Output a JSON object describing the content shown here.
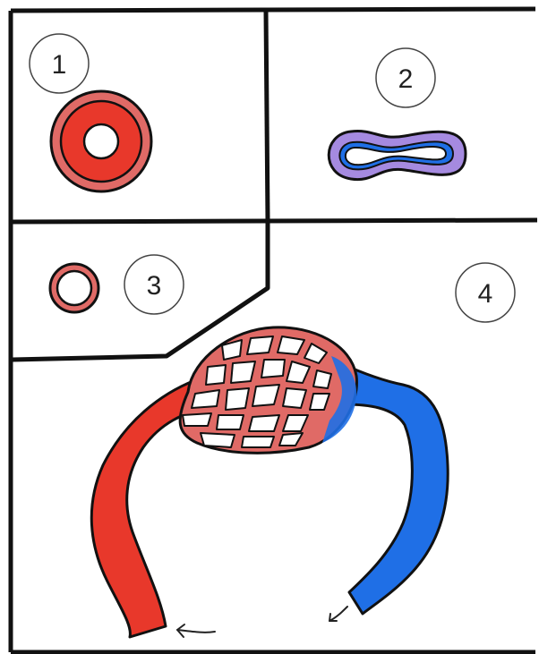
{
  "labels": {
    "panel1": "1",
    "panel2": "2",
    "panel3": "3",
    "panel4": "4"
  },
  "colors": {
    "artery_red": "#e8382b",
    "artery_wall": "#e06a66",
    "vein_blue": "#1f6fe6",
    "vein_dark": "#0a3da8",
    "vein_wall": "#a58ae0",
    "capillary_pink": "#e06a66",
    "outline": "#111111",
    "background": "#ffffff"
  },
  "icons": {
    "vessel1": "artery-cross-section-icon",
    "vessel2": "vein-cross-section-icon",
    "vessel3": "capillary-cross-section-icon",
    "arrow_left": "flow-arrow-left-icon",
    "arrow_right": "flow-arrow-right-icon"
  }
}
